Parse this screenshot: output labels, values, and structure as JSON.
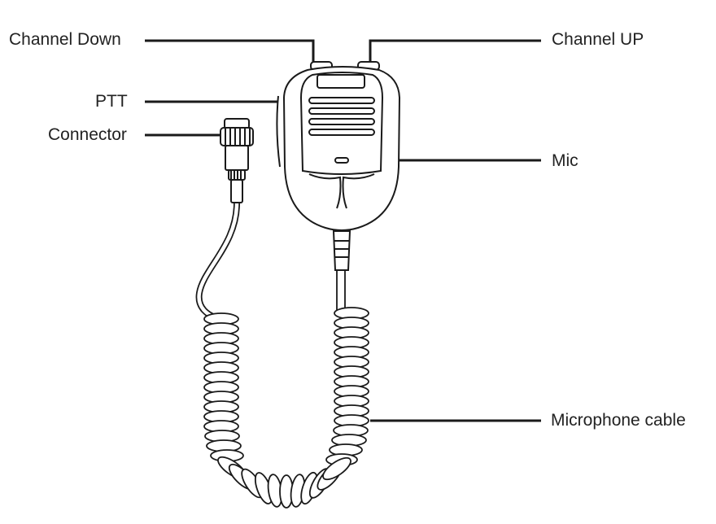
{
  "labels": {
    "channel_down": "Channel Down",
    "channel_up": "Channel UP",
    "ptt": "PTT",
    "connector": "Connector",
    "mic": "Mic",
    "microphone_cable": "Microphone cable"
  },
  "colors": {
    "line": "#1a1a1a",
    "fill": "#ffffff",
    "text": "#222222"
  }
}
